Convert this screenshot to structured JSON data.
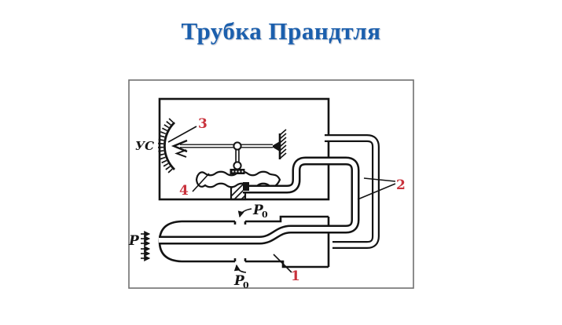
{
  "title": {
    "text": "Трубка Прандтля"
  },
  "colors": {
    "title": "#1b5fad",
    "callout": "#c9323c",
    "ink": "#141414",
    "panel_border": "#6f6f6f"
  },
  "diagram": {
    "speed_scale_label": "УС",
    "callouts": {
      "needle_scale": "3",
      "capsule": "4",
      "tubes": "2",
      "pitot_tube": "1"
    },
    "pressure": {
      "total_label": "P",
      "static_base": "P",
      "static_sub": "0"
    }
  }
}
